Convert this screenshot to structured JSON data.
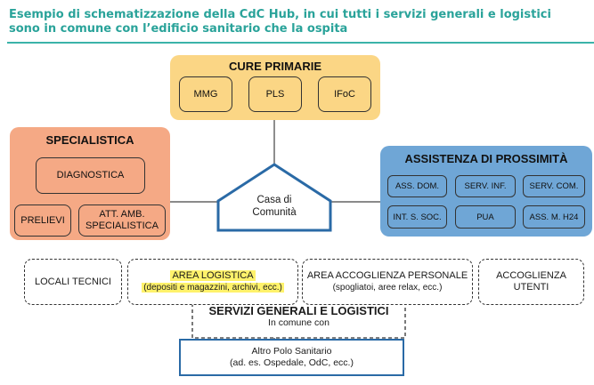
{
  "title_line1": "Esempio di schematizzazione della CdC Hub, in cui tutti i servizi generali e logistici",
  "title_line2": "sono in comune con l’edificio sanitario che la ospita",
  "cure_primarie": {
    "title": "CURE PRIMARIE",
    "items": [
      "MMG",
      "PLS",
      "IFoC"
    ]
  },
  "specialistica": {
    "title": "SPECIALISTICA",
    "diagnostica": "DIAGNOSTICA",
    "prelievi": "PRELIEVI",
    "att_amb_1": "ATT. AMB.",
    "att_amb_2": "SPECIALISTICA"
  },
  "assistenza": {
    "title": "ASSISTENZA DI PROSSIMITÀ",
    "items": [
      "ASS. DOM.",
      "SERV. INF.",
      "SERV. COM.",
      "INT. S. SOC.",
      "PUA",
      "ASS. M. H24"
    ]
  },
  "casa": {
    "line1": "Casa di",
    "line2": "Comunità"
  },
  "locali_tecnici": "LOCALI TECNICI",
  "area_logistica": {
    "title": "AREA LOGISTICA",
    "subtitle": "(depositi e magazzini, archivi, ecc.)"
  },
  "area_accoglienza_personale": {
    "title": "AREA ACCOGLIENZA PERSONALE",
    "subtitle": "(spogliatoi, aree relax, ecc.)"
  },
  "accoglienza_utenti": {
    "line1": "ACCOGLIENZA",
    "line2": "UTENTI"
  },
  "servizi": {
    "title": "SERVIZI GENERALI E LOGISTICI",
    "subtitle": "In comune con"
  },
  "altro_polo": {
    "line1": "Altro Polo Sanitario",
    "line2": "(ad. es. Ospedale, OdC, ecc.)"
  },
  "colors": {
    "teal_title": "#2aa39a",
    "cure_bg": "#fbd685",
    "spec_bg": "#f5a985",
    "assi_bg": "#6fa6d6",
    "house_stroke": "#2a6aa6",
    "highlight": "#fff26b"
  }
}
